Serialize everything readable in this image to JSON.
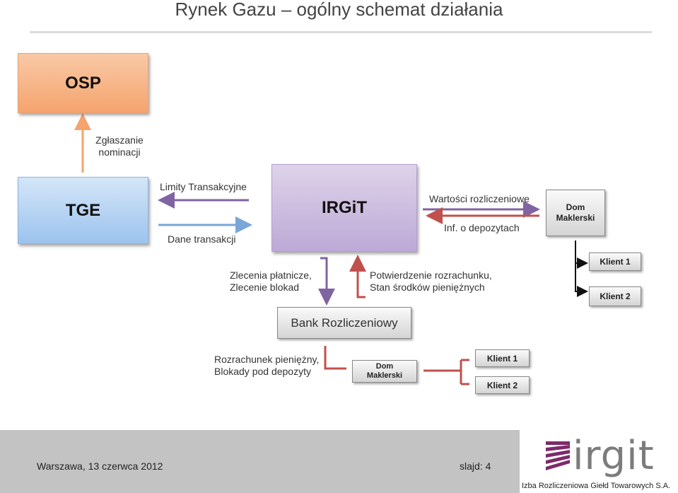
{
  "title": "Rynek Gazu – ogólny schemat działania",
  "nodes": {
    "osp": "OSP",
    "tge": "TGE",
    "irgit": "IRGiT",
    "dom_maklerski_top": [
      "Dom",
      "Maklerski"
    ],
    "klient1_top": "Klient 1",
    "klient2_top": "Klient 2",
    "bank": "Bank Rozliczeniowy",
    "dom_maklerski_bottom": [
      "Dom",
      "Maklerski"
    ],
    "klient1_bottom": "Klient 1",
    "klient2_bottom": "Klient 2"
  },
  "labels": {
    "zgloszenie": [
      "Zgłaszanie",
      "nominacji"
    ],
    "limity": "Limity Transakcyjne",
    "dane": "Dane transakcji",
    "wartosci": "Wartości rozliczeniowe",
    "depozyty": "Inf. o depozytach",
    "zlecenia": [
      "Zlecenia płatnicze,",
      "Zlecenie blokad"
    ],
    "potwierdzenie": [
      "Potwierdzenie rozrachunku,",
      "Stan środków pieniężnych"
    ],
    "rozrachunek": [
      "Rozrachunek pieniężny,",
      "Blokady pod depozyty"
    ]
  },
  "footer": {
    "date": "Warszawa, 13 czerwca 2012",
    "slide": "slajd: 4",
    "logo_text": "irgit",
    "company": "Izba Rozliczeniowa Giełd Towarowych S.A."
  },
  "colors": {
    "orange": "#f5a46d",
    "blue": "#7aa6d8",
    "purple": "#8064a2",
    "red": "#c0504d",
    "logo_purple": "#7d2a6b"
  }
}
